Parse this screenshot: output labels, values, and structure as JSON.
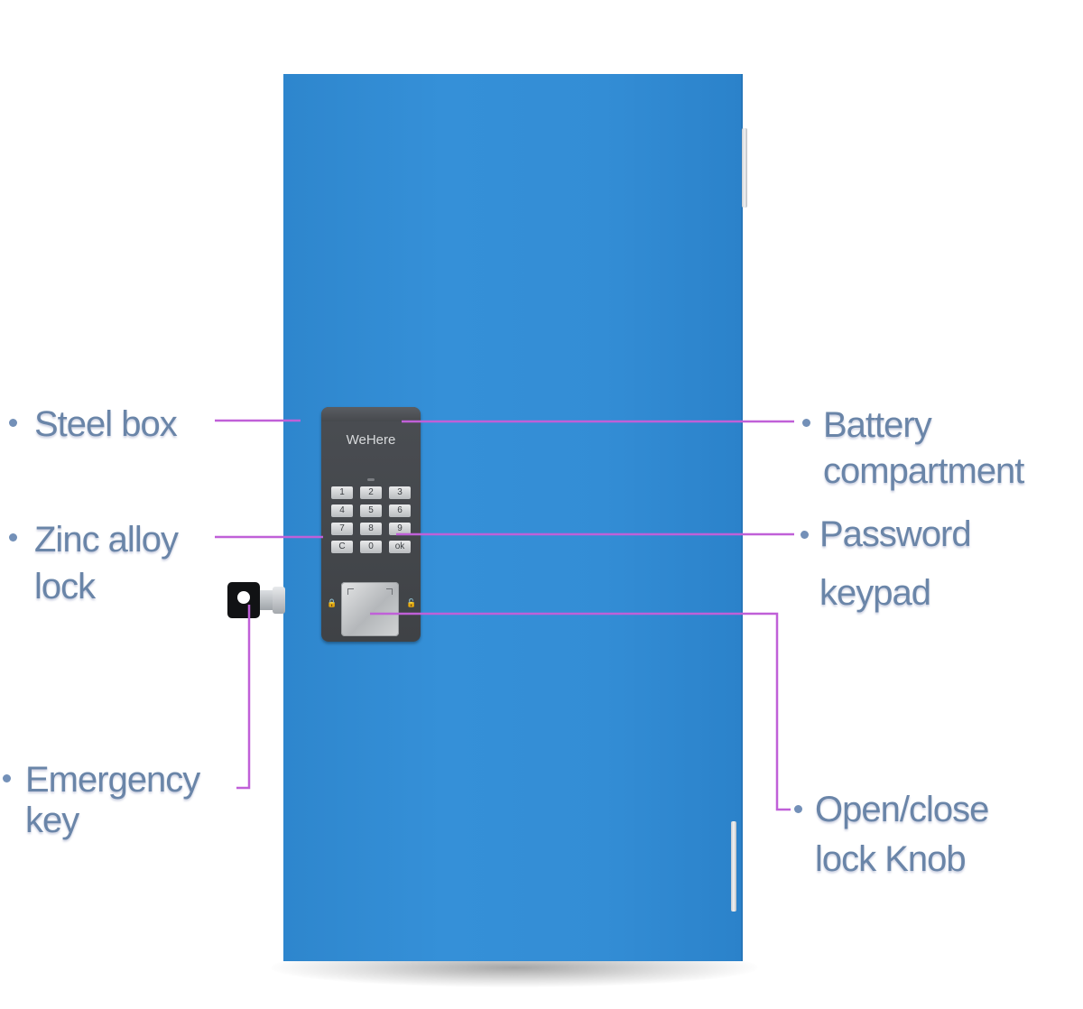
{
  "lock": {
    "brand": "WeHere",
    "keys": [
      "1",
      "2",
      "3",
      "4",
      "5",
      "6",
      "7",
      "8",
      "9",
      "C",
      "0",
      "ok"
    ]
  },
  "labels": {
    "steel_box": "Steel box",
    "zinc_alloy_lock_line1": "Zinc alloy",
    "zinc_alloy_lock_line2": "lock",
    "emergency_key_line1": "Emergency",
    "emergency_key_line2": "key",
    "battery_compartment_line1": "Battery",
    "battery_compartment_line2": "compartment",
    "password_keypad_line1": "Password",
    "password_keypad_line2": "keypad",
    "open_close_knob_line1": "Open/close",
    "open_close_knob_line2": "lock Knob"
  },
  "colors": {
    "box_blue": "#3390d8",
    "leader_line": "#c060d8",
    "label_text": "#6a85a8"
  }
}
